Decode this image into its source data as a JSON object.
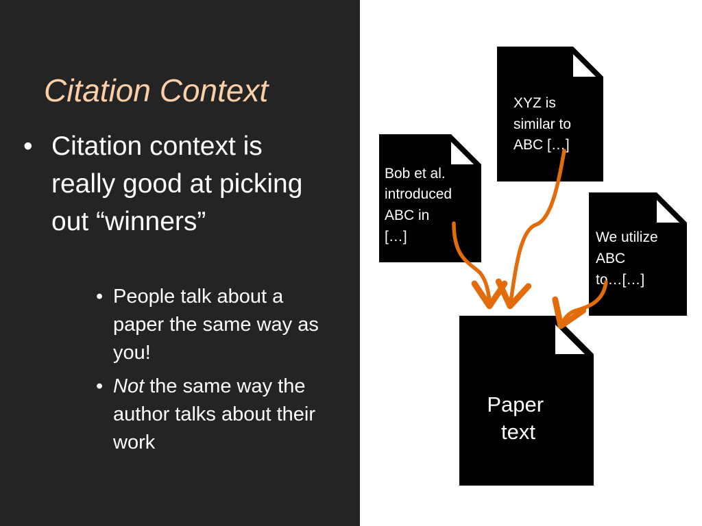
{
  "slide": {
    "title": "Citation Context",
    "bullets": {
      "main": "Citation context is really good at picking out “winners”",
      "sub1": "People talk about a paper the same way as you!",
      "sub2_emphasis": "Not",
      "sub2_rest": " the same way the author talks about their work",
      "marker": "•"
    }
  },
  "diagram": {
    "documents": {
      "xyz": {
        "lines": [
          "XYZ is",
          "similar to",
          "ABC […]"
        ]
      },
      "bob": {
        "lines": [
          "Bob et al.",
          "introduced",
          "ABC in",
          "[…]"
        ]
      },
      "utilize": {
        "lines": [
          "We utilize",
          "ABC",
          "to…[…]"
        ]
      },
      "paper": {
        "lines": [
          "Paper",
          "text"
        ]
      }
    },
    "arrow_color": "#e36c0a",
    "document_fill": "#000000",
    "fold_fill": "#ffffff"
  }
}
